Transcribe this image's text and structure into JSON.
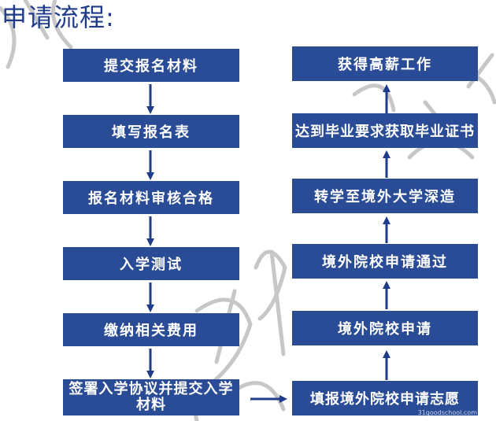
{
  "title": "申请流程:",
  "colors": {
    "box_fill": "#2a4b96",
    "arrow": "#1f3c8a",
    "title": "#1f3c8a"
  },
  "left_steps": [
    "提交报名材料",
    "填写报名表",
    "报名材料审核合格",
    "入学测试",
    "缴纳相关费用",
    "签署入学协议并提交入学材料"
  ],
  "right_steps": [
    "获得高薪工作",
    "达到毕业要求获取毕业证书",
    "转学至境外大学深造",
    "境外院校申请通过",
    "境外院校申请",
    "填报境外院校申请志愿"
  ],
  "watermark_credit": "31goodschool.com"
}
